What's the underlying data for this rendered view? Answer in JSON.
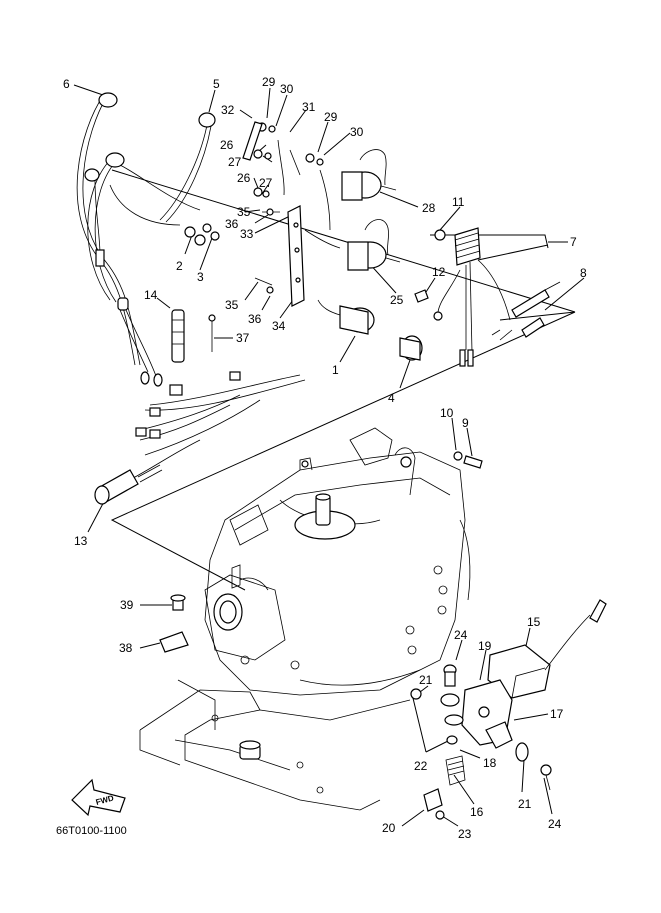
{
  "diagram_code": "66T0100-1100",
  "fwd_label": "FWD",
  "callouts": [
    {
      "id": "c6",
      "label": "6"
    },
    {
      "id": "c5",
      "label": "5"
    },
    {
      "id": "c29a",
      "label": "29"
    },
    {
      "id": "c30a",
      "label": "30"
    },
    {
      "id": "c32",
      "label": "32"
    },
    {
      "id": "c31",
      "label": "31"
    },
    {
      "id": "c29b",
      "label": "29"
    },
    {
      "id": "c30b",
      "label": "30"
    },
    {
      "id": "c26a",
      "label": "26"
    },
    {
      "id": "c27a",
      "label": "27"
    },
    {
      "id": "c26b",
      "label": "26"
    },
    {
      "id": "c27b",
      "label": "27"
    },
    {
      "id": "c28",
      "label": "28"
    },
    {
      "id": "c35a",
      "label": "35"
    },
    {
      "id": "c36a",
      "label": "36"
    },
    {
      "id": "c33",
      "label": "33"
    },
    {
      "id": "c11",
      "label": "11"
    },
    {
      "id": "c7",
      "label": "7"
    },
    {
      "id": "c2",
      "label": "2"
    },
    {
      "id": "c3",
      "label": "3"
    },
    {
      "id": "c8",
      "label": "8"
    },
    {
      "id": "c12",
      "label": "12"
    },
    {
      "id": "c25",
      "label": "25"
    },
    {
      "id": "c14",
      "label": "14"
    },
    {
      "id": "c35b",
      "label": "35"
    },
    {
      "id": "c36b",
      "label": "36"
    },
    {
      "id": "c34",
      "label": "34"
    },
    {
      "id": "c37",
      "label": "37"
    },
    {
      "id": "c1",
      "label": "1"
    },
    {
      "id": "c4",
      "label": "4"
    },
    {
      "id": "c10",
      "label": "10"
    },
    {
      "id": "c9",
      "label": "9"
    },
    {
      "id": "c13",
      "label": "13"
    },
    {
      "id": "c39",
      "label": "39"
    },
    {
      "id": "c15",
      "label": "15"
    },
    {
      "id": "c38",
      "label": "38"
    },
    {
      "id": "c24a",
      "label": "24"
    },
    {
      "id": "c19",
      "label": "19"
    },
    {
      "id": "c21a",
      "label": "21"
    },
    {
      "id": "c17",
      "label": "17"
    },
    {
      "id": "c22",
      "label": "22"
    },
    {
      "id": "c18",
      "label": "18"
    },
    {
      "id": "c21b",
      "label": "21"
    },
    {
      "id": "c16",
      "label": "16"
    },
    {
      "id": "c24b",
      "label": "24"
    },
    {
      "id": "c20",
      "label": "20"
    },
    {
      "id": "c23",
      "label": "23"
    }
  ]
}
